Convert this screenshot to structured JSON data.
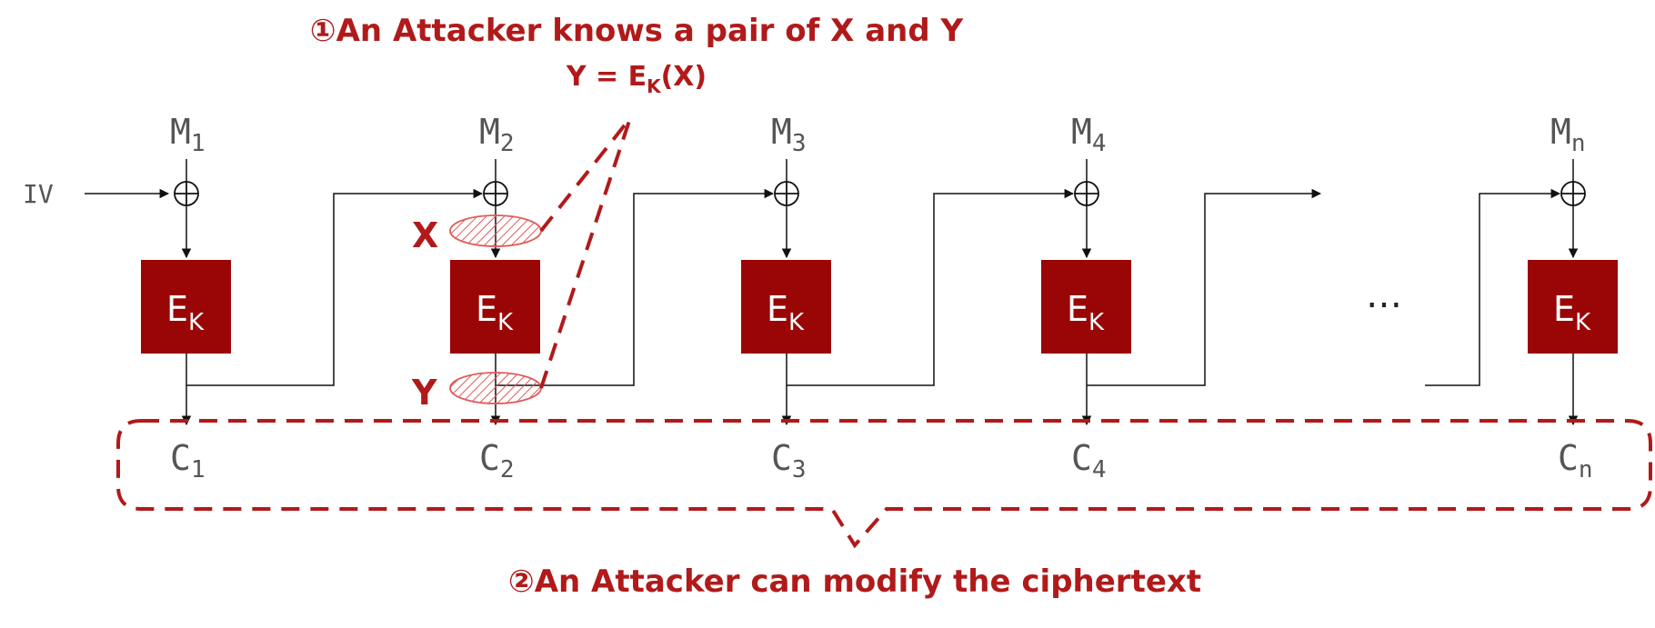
{
  "colors": {
    "block": "#9a0606",
    "accent": "#b11a1a",
    "text_gray": "#555555",
    "wire": "#111111",
    "hatch": "#e05a5a"
  },
  "annotations": {
    "attacker_knows": "①An Attacker knows a pair of X and Y",
    "equation": {
      "y": "Y = E",
      "sub": "K",
      "rest": "(X)"
    },
    "x_label": "X",
    "y_label": "Y",
    "attacker_modifies": "②An Attacker can modify the ciphertext"
  },
  "iv_label": "IV",
  "ellipsis": "…",
  "blocks": [
    {
      "msg": "M",
      "msg_sub": "1",
      "enc": "E",
      "enc_sub": "K",
      "ct": "C",
      "ct_sub": "1"
    },
    {
      "msg": "M",
      "msg_sub": "2",
      "enc": "E",
      "enc_sub": "K",
      "ct": "C",
      "ct_sub": "2"
    },
    {
      "msg": "M",
      "msg_sub": "3",
      "enc": "E",
      "enc_sub": "K",
      "ct": "C",
      "ct_sub": "3"
    },
    {
      "msg": "M",
      "msg_sub": "4",
      "enc": "E",
      "enc_sub": "K",
      "ct": "C",
      "ct_sub": "4"
    },
    {
      "msg": "M",
      "msg_sub": "n",
      "enc": "E",
      "enc_sub": "K",
      "ct": "C",
      "ct_sub": "n"
    }
  ],
  "icons": {
    "xor": "xor-icon",
    "hatch": "hatched-ellipse-icon"
  }
}
